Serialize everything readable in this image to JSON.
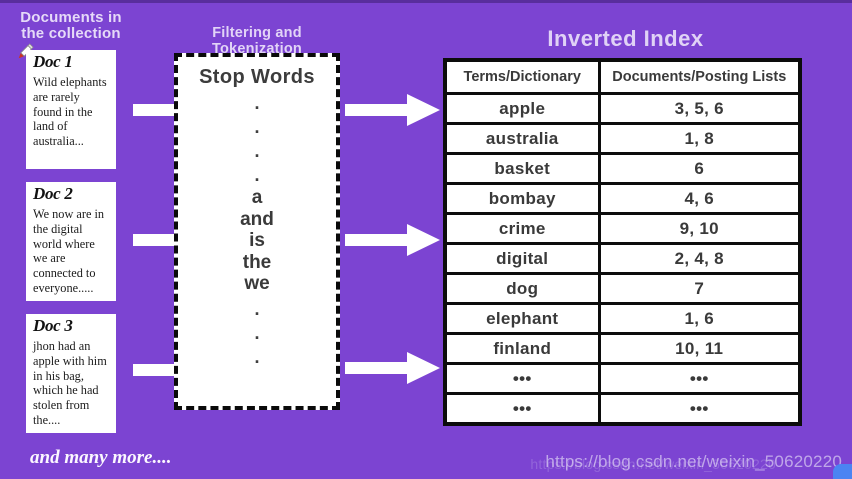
{
  "colors": {
    "background": "#7c44d2",
    "accent_blue": "#4b84f2",
    "heading_text": "#e4d7f7",
    "border_black": "#0c0c0c"
  },
  "left_panel": {
    "heading_lines": [
      "Documents in",
      "the collection"
    ],
    "docs": [
      {
        "title": "Doc 1",
        "body": "Wild elephants are rarely found in the land of australia..."
      },
      {
        "title": "Doc 2",
        "body": "We now are in the digital world where we are connected to everyone....."
      },
      {
        "title": "Doc 3",
        "body": "jhon had an apple with him in his bag, which he had stolen from the...."
      }
    ],
    "footer": "and many more...."
  },
  "pipeline": {
    "heading": "Filtering and Tokenization",
    "box_title": "Stop Words",
    "dots_top": [
      ".",
      ".",
      ".",
      "."
    ],
    "stop_words": [
      "a",
      "and",
      "is",
      "the",
      "we"
    ],
    "dots_bottom": [
      ".",
      ".",
      "."
    ]
  },
  "inverted_index": {
    "heading": "Inverted Index",
    "columns": [
      "Terms/Dictionary",
      "Documents/Posting Lists"
    ],
    "rows": [
      {
        "term": "apple",
        "postings": "3, 5, 6"
      },
      {
        "term": "australia",
        "postings": "1, 8"
      },
      {
        "term": "basket",
        "postings": "6"
      },
      {
        "term": "bombay",
        "postings": "4, 6"
      },
      {
        "term": "crime",
        "postings": "9, 10"
      },
      {
        "term": "digital",
        "postings": "2, 4, 8"
      },
      {
        "term": "dog",
        "postings": "7"
      },
      {
        "term": "elephant",
        "postings": "1, 6"
      },
      {
        "term": "finland",
        "postings": "10, 11"
      },
      {
        "term": "•••",
        "postings": "•••"
      },
      {
        "term": "•••",
        "postings": "•••"
      }
    ]
  },
  "watermark": {
    "url": "https://blog.csdn.net/weixin_50620220"
  }
}
